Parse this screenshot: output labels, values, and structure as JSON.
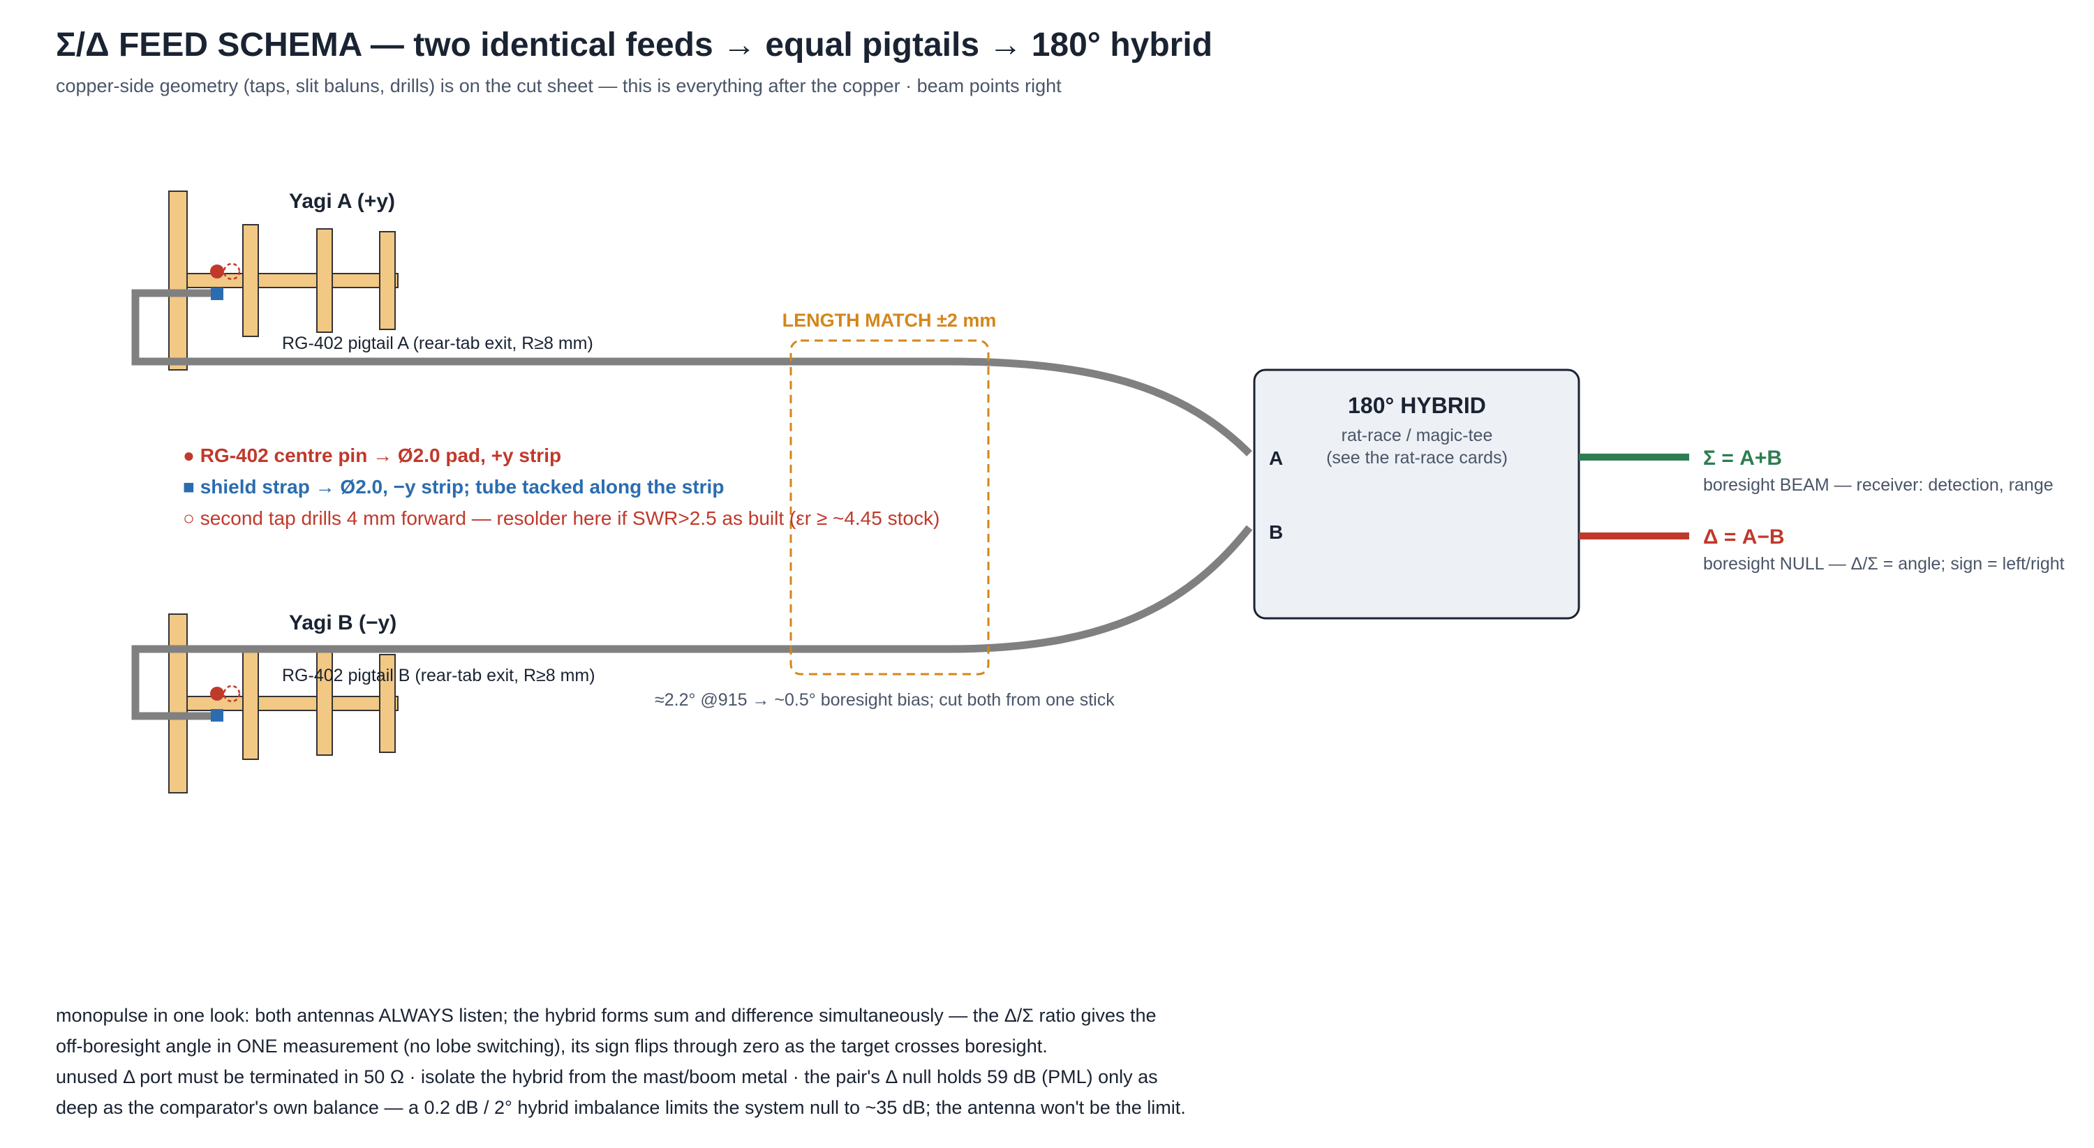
{
  "title": "Σ/Δ FEED SCHEMA — two identical feeds → equal pigtails → 180° hybrid",
  "subtitle": "copper-side geometry (taps, slit baluns, drills) is on the cut sheet — this is everything after the copper · beam points right",
  "yagi_a": {
    "label": "Yagi A (+y)",
    "pigtail": "RG-402 pigtail A (rear-tab exit, R≥8 mm)"
  },
  "yagi_b": {
    "label": "Yagi B (−y)",
    "pigtail": "RG-402 pigtail B (rear-tab exit, R≥8 mm)"
  },
  "length_match": {
    "label": "LENGTH MATCH ±2 mm",
    "note": "≈2.2° @915 → ~0.5° boresight bias; cut both from one stick"
  },
  "legend": {
    "pin": "● RG-402 centre pin → Ø2.0 pad, +y strip",
    "shield": "■ shield strap → Ø2.0, −y strip; tube tacked along the strip",
    "tap": "○ second tap drills 4 mm forward — resolder here if SWR>2.5 as built (εr ≥ ~4.45 stock)"
  },
  "hybrid": {
    "title": "180° HYBRID",
    "line1": "rat-race / magic-tee",
    "line2": "(see the rat-race cards)",
    "port_a": "A",
    "port_b": "B"
  },
  "outputs": {
    "sum_label": "Σ = A+B",
    "sum_desc": "boresight BEAM — receiver: detection, range",
    "diff_label": "Δ = A−B",
    "diff_desc": "boresight NULL — Δ/Σ = angle; sign = left/right"
  },
  "footer": [
    "monopulse in one look: both antennas ALWAYS listen; the hybrid forms sum and difference simultaneously — the Δ/Σ ratio gives the",
    "off-boresight angle in ONE measurement (no lobe switching), its sign flips through zero as the target crosses boresight.",
    "unused Δ port must be terminated in 50 Ω · isolate the hybrid from the mast/boom metal · the pair's Δ null holds 59 dB (PML) only as",
    "deep as the comparator's own balance — a 0.2 dB / 2° hybrid imbalance limits the system null to ~35 dB; the antenna won't be the limit."
  ],
  "colors": {
    "copper": "#f2c885",
    "coax": "#808080",
    "pin": "#c0392b",
    "shield": "#2b6cb0",
    "length_match": "#d4861a",
    "sum": "#2e7d52",
    "diff": "#c0392b",
    "hybrid_fill": "#edf0f5"
  }
}
